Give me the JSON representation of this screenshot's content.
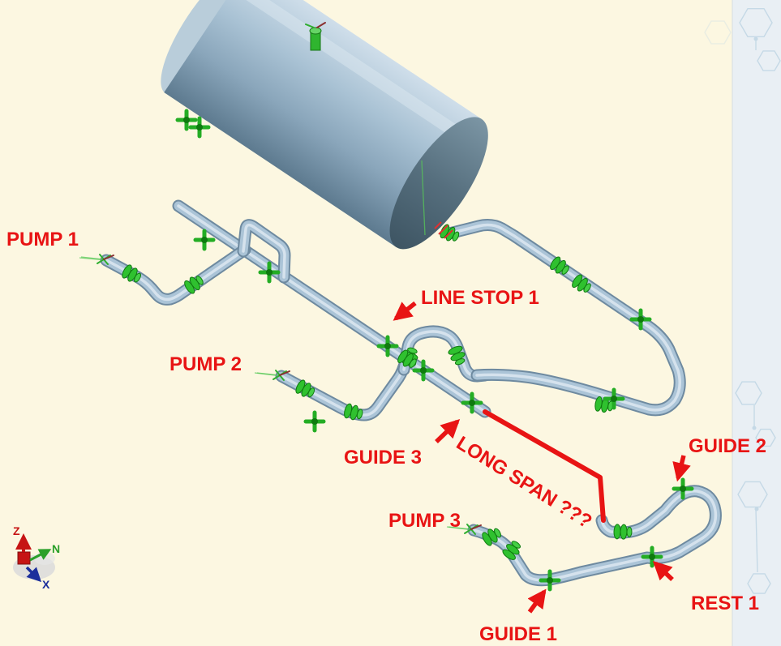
{
  "viewport": {
    "description": "3D piping stress model with annotated supports"
  },
  "colors": {
    "background": "#fcf7e1",
    "side_panel": "#e9eff4",
    "pattern_blue": "#c5d9e6",
    "pipe": "#abc4d7",
    "pipe_outline": "#6e8aa0",
    "support_green": "#2fc12f",
    "vessel_light": "#c7d8e5",
    "vessel_dark": "#4f6878",
    "annotation_red": "#e81414"
  },
  "annotations": {
    "pump1": "PUMP 1",
    "pump2": "PUMP 2",
    "pump3": "PUMP 3",
    "line_stop1": "LINE STOP 1",
    "guide1": "GUIDE 1",
    "guide2": "GUIDE 2",
    "guide3": "GUIDE 3",
    "rest1": "REST 1",
    "long_span": "LONG SPAN ???"
  },
  "triad": {
    "z": "Z",
    "n": "N",
    "x": "X"
  }
}
